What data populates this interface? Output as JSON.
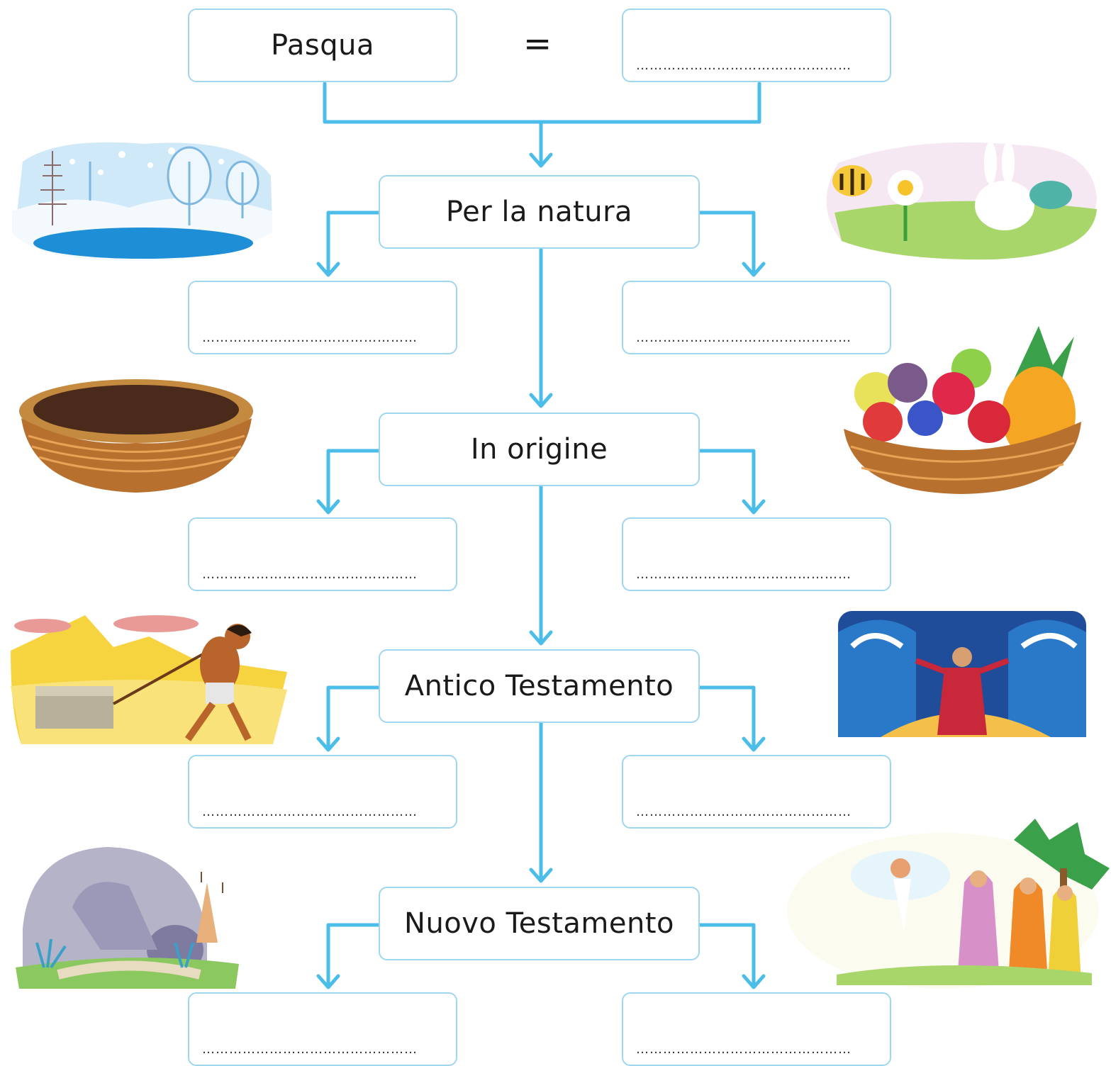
{
  "title_box": {
    "label": "Pasqua",
    "equals": "="
  },
  "levels": [
    {
      "label": "Per la natura"
    },
    {
      "label": "In origine"
    },
    {
      "label": "Antico Testamento"
    },
    {
      "label": "Nuovo Testamento"
    }
  ],
  "blank": "…………………………………………",
  "colors": {
    "connector": "#4bbde9",
    "box_border": "#9fd6ef"
  },
  "illustrations": [
    "winter-landscape",
    "spring-meadow-bee-bunny",
    "empty-nest-basket",
    "fruit-basket",
    "egyptian-slave-pulling-stone",
    "moses-parting-sea",
    "empty-tomb",
    "angel-and-women"
  ]
}
